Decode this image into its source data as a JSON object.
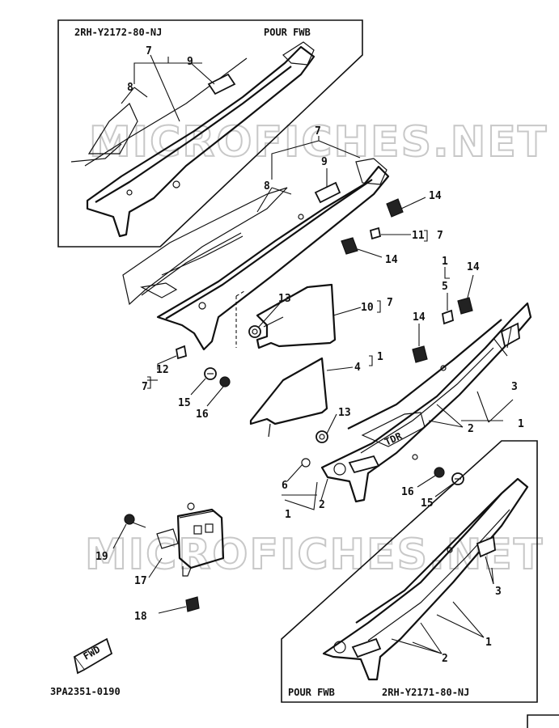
{
  "header": {
    "inset_top_code": "2RH-Y2172-80-NJ",
    "inset_top_note": "POUR FWB",
    "inset_bottom_code": "2RH-Y2171-80-NJ",
    "inset_bottom_note": "POUR FWB",
    "diagram_code": "3PA2351-0190",
    "fwd_label": "FWD",
    "side_decal_text": "TDR"
  },
  "watermarks": [
    "MICROFICHES.NET",
    "MICROFICHES.NET"
  ],
  "callouts": [
    {
      "id": "c7a",
      "text": "7"
    },
    {
      "id": "c9a",
      "text": "9"
    },
    {
      "id": "c8a",
      "text": "8"
    },
    {
      "id": "c7b",
      "text": "7"
    },
    {
      "id": "c9b",
      "text": "9"
    },
    {
      "id": "c8b",
      "text": "8"
    },
    {
      "id": "c14a",
      "text": "14"
    },
    {
      "id": "c11",
      "text": "11"
    },
    {
      "id": "c7c",
      "text": "7"
    },
    {
      "id": "c14b",
      "text": "14"
    },
    {
      "id": "c1a",
      "text": "1"
    },
    {
      "id": "c5",
      "text": "5"
    },
    {
      "id": "c14c",
      "text": "14"
    },
    {
      "id": "c13a",
      "text": "13"
    },
    {
      "id": "c10",
      "text": "10"
    },
    {
      "id": "c7d",
      "text": "7"
    },
    {
      "id": "c14d",
      "text": "14"
    },
    {
      "id": "c3a",
      "text": "3"
    },
    {
      "id": "c12",
      "text": "12"
    },
    {
      "id": "c7e",
      "text": "7"
    },
    {
      "id": "c4",
      "text": "4"
    },
    {
      "id": "c1b",
      "text": "1"
    },
    {
      "id": "c15a",
      "text": "15"
    },
    {
      "id": "c16a",
      "text": "16"
    },
    {
      "id": "c2a",
      "text": "2"
    },
    {
      "id": "c1c",
      "text": "1"
    },
    {
      "id": "c13b",
      "text": "13"
    },
    {
      "id": "c6",
      "text": "6"
    },
    {
      "id": "c2b",
      "text": "2"
    },
    {
      "id": "c1d",
      "text": "1"
    },
    {
      "id": "c16b",
      "text": "16"
    },
    {
      "id": "c15b",
      "text": "15"
    },
    {
      "id": "c19",
      "text": "19"
    },
    {
      "id": "c17",
      "text": "17"
    },
    {
      "id": "c18",
      "text": "18"
    },
    {
      "id": "c3b",
      "text": "3"
    },
    {
      "id": "c1e",
      "text": "1"
    },
    {
      "id": "c2c",
      "text": "2"
    }
  ]
}
